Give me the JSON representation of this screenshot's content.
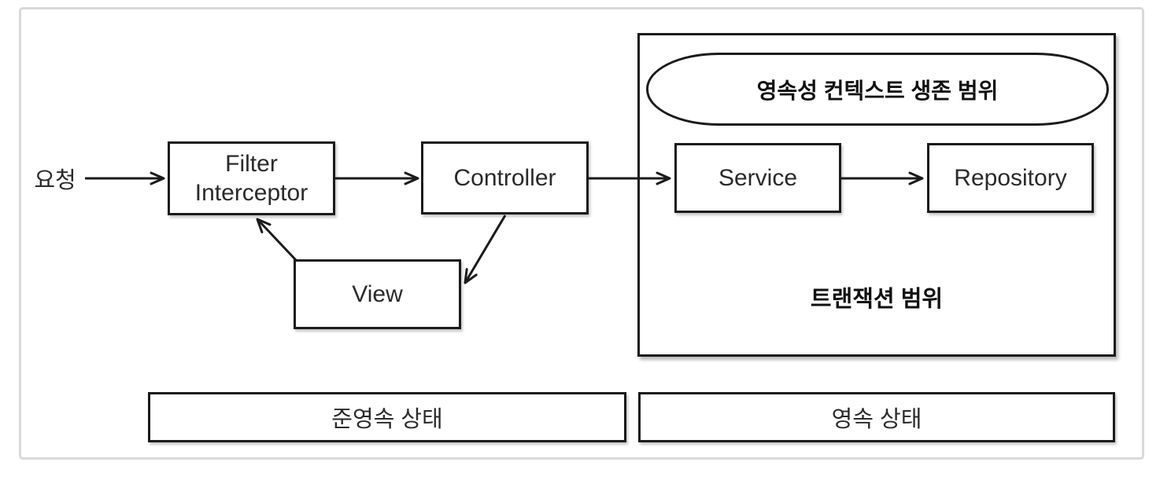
{
  "diagram": {
    "request_label": "요청",
    "nodes": {
      "filter_interceptor": "Filter\nInterceptor",
      "controller": "Controller",
      "view": "View",
      "service": "Service",
      "repository": "Repository"
    },
    "scopes": {
      "persistence_context": "영속성 컨텍스트 생존 범위",
      "transaction": "트랜잭션 범위"
    },
    "states": {
      "detached": "준영속 상태",
      "persistent": "영속 상태"
    },
    "edges": [
      {
        "from": "요청",
        "to": "Filter/Interceptor",
        "style": "arrow"
      },
      {
        "from": "Filter/Interceptor",
        "to": "Controller",
        "style": "arrow"
      },
      {
        "from": "Controller",
        "to": "Service",
        "style": "arrow"
      },
      {
        "from": "Service",
        "to": "Repository",
        "style": "arrow"
      },
      {
        "from": "Controller",
        "to": "View",
        "style": "arrow"
      },
      {
        "from": "View",
        "to": "Filter/Interceptor",
        "style": "arrow"
      }
    ],
    "colors": {
      "stroke": "#1b1b1b",
      "frame_border": "#d9d9d9",
      "background": "#ffffff"
    }
  }
}
